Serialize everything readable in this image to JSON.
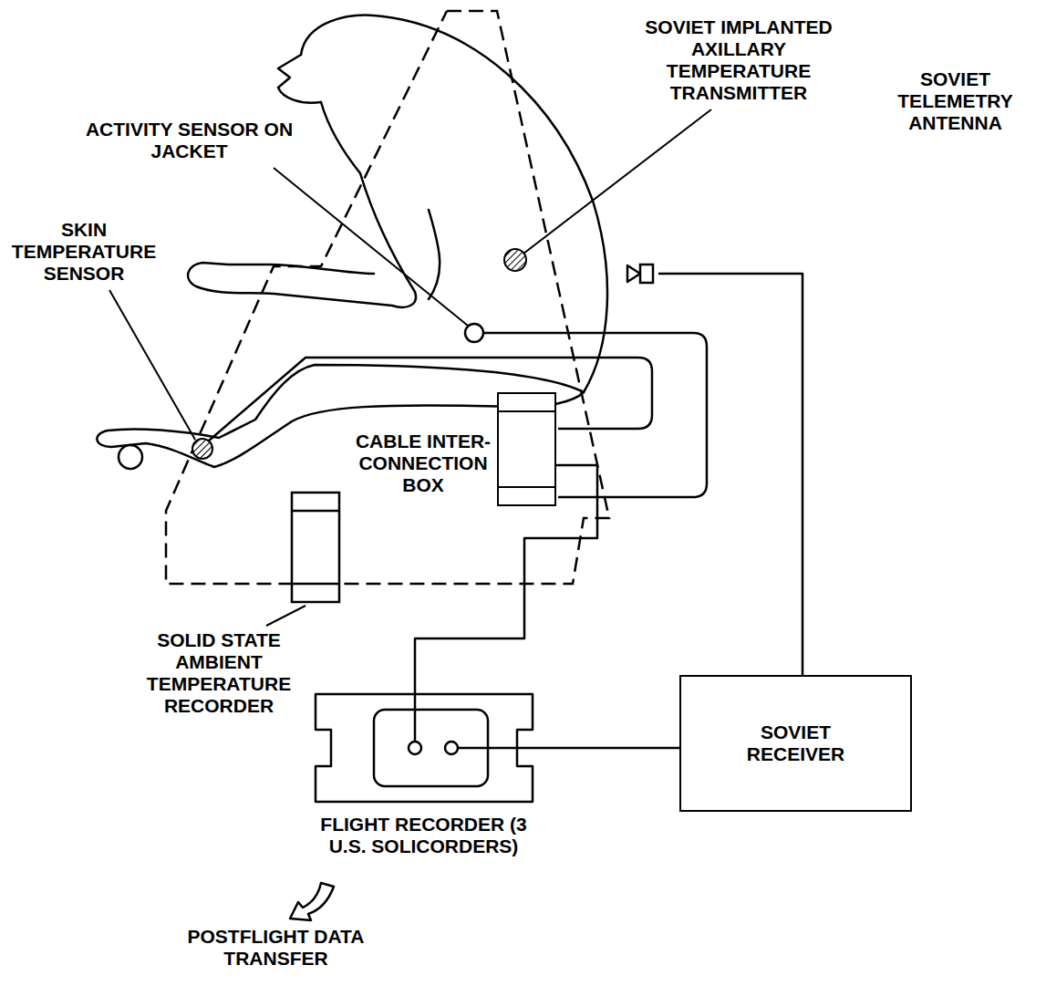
{
  "diagram": {
    "nodes": [
      {
        "text": [
          "SOVIET TELEMETRY ANTENNA"
        ]
      },
      {
        "text": [
          "CABLE INTER- CONNECTION BOX"
        ]
      },
      {
        "text": [
          "FLIGHT RECORDER (3 U.S. SOLICORDERS)"
        ]
      },
      {
        "text": [
          "SOVIET RECEIVER"
        ]
      }
    ],
    "edges": [
      {
        "from": 1,
        "to": 2,
        "arrow": "none"
      },
      {
        "from": 2,
        "to": 3,
        "arrow": "none"
      },
      {
        "from": 0,
        "to": 3,
        "arrow": "none"
      }
    ],
    "labels": [
      "SOVIET IMPLANTED AXILLARY TEMPERATURE TRANSMITTER",
      "ACTIVITY SENSOR ON JACKET",
      "SKIN TEMPERATURE SENSOR",
      "SOLID STATE AMBIENT TEMPERATURE RECORDER",
      "POSTFLIGHT DATA TRANSFER"
    ]
  }
}
